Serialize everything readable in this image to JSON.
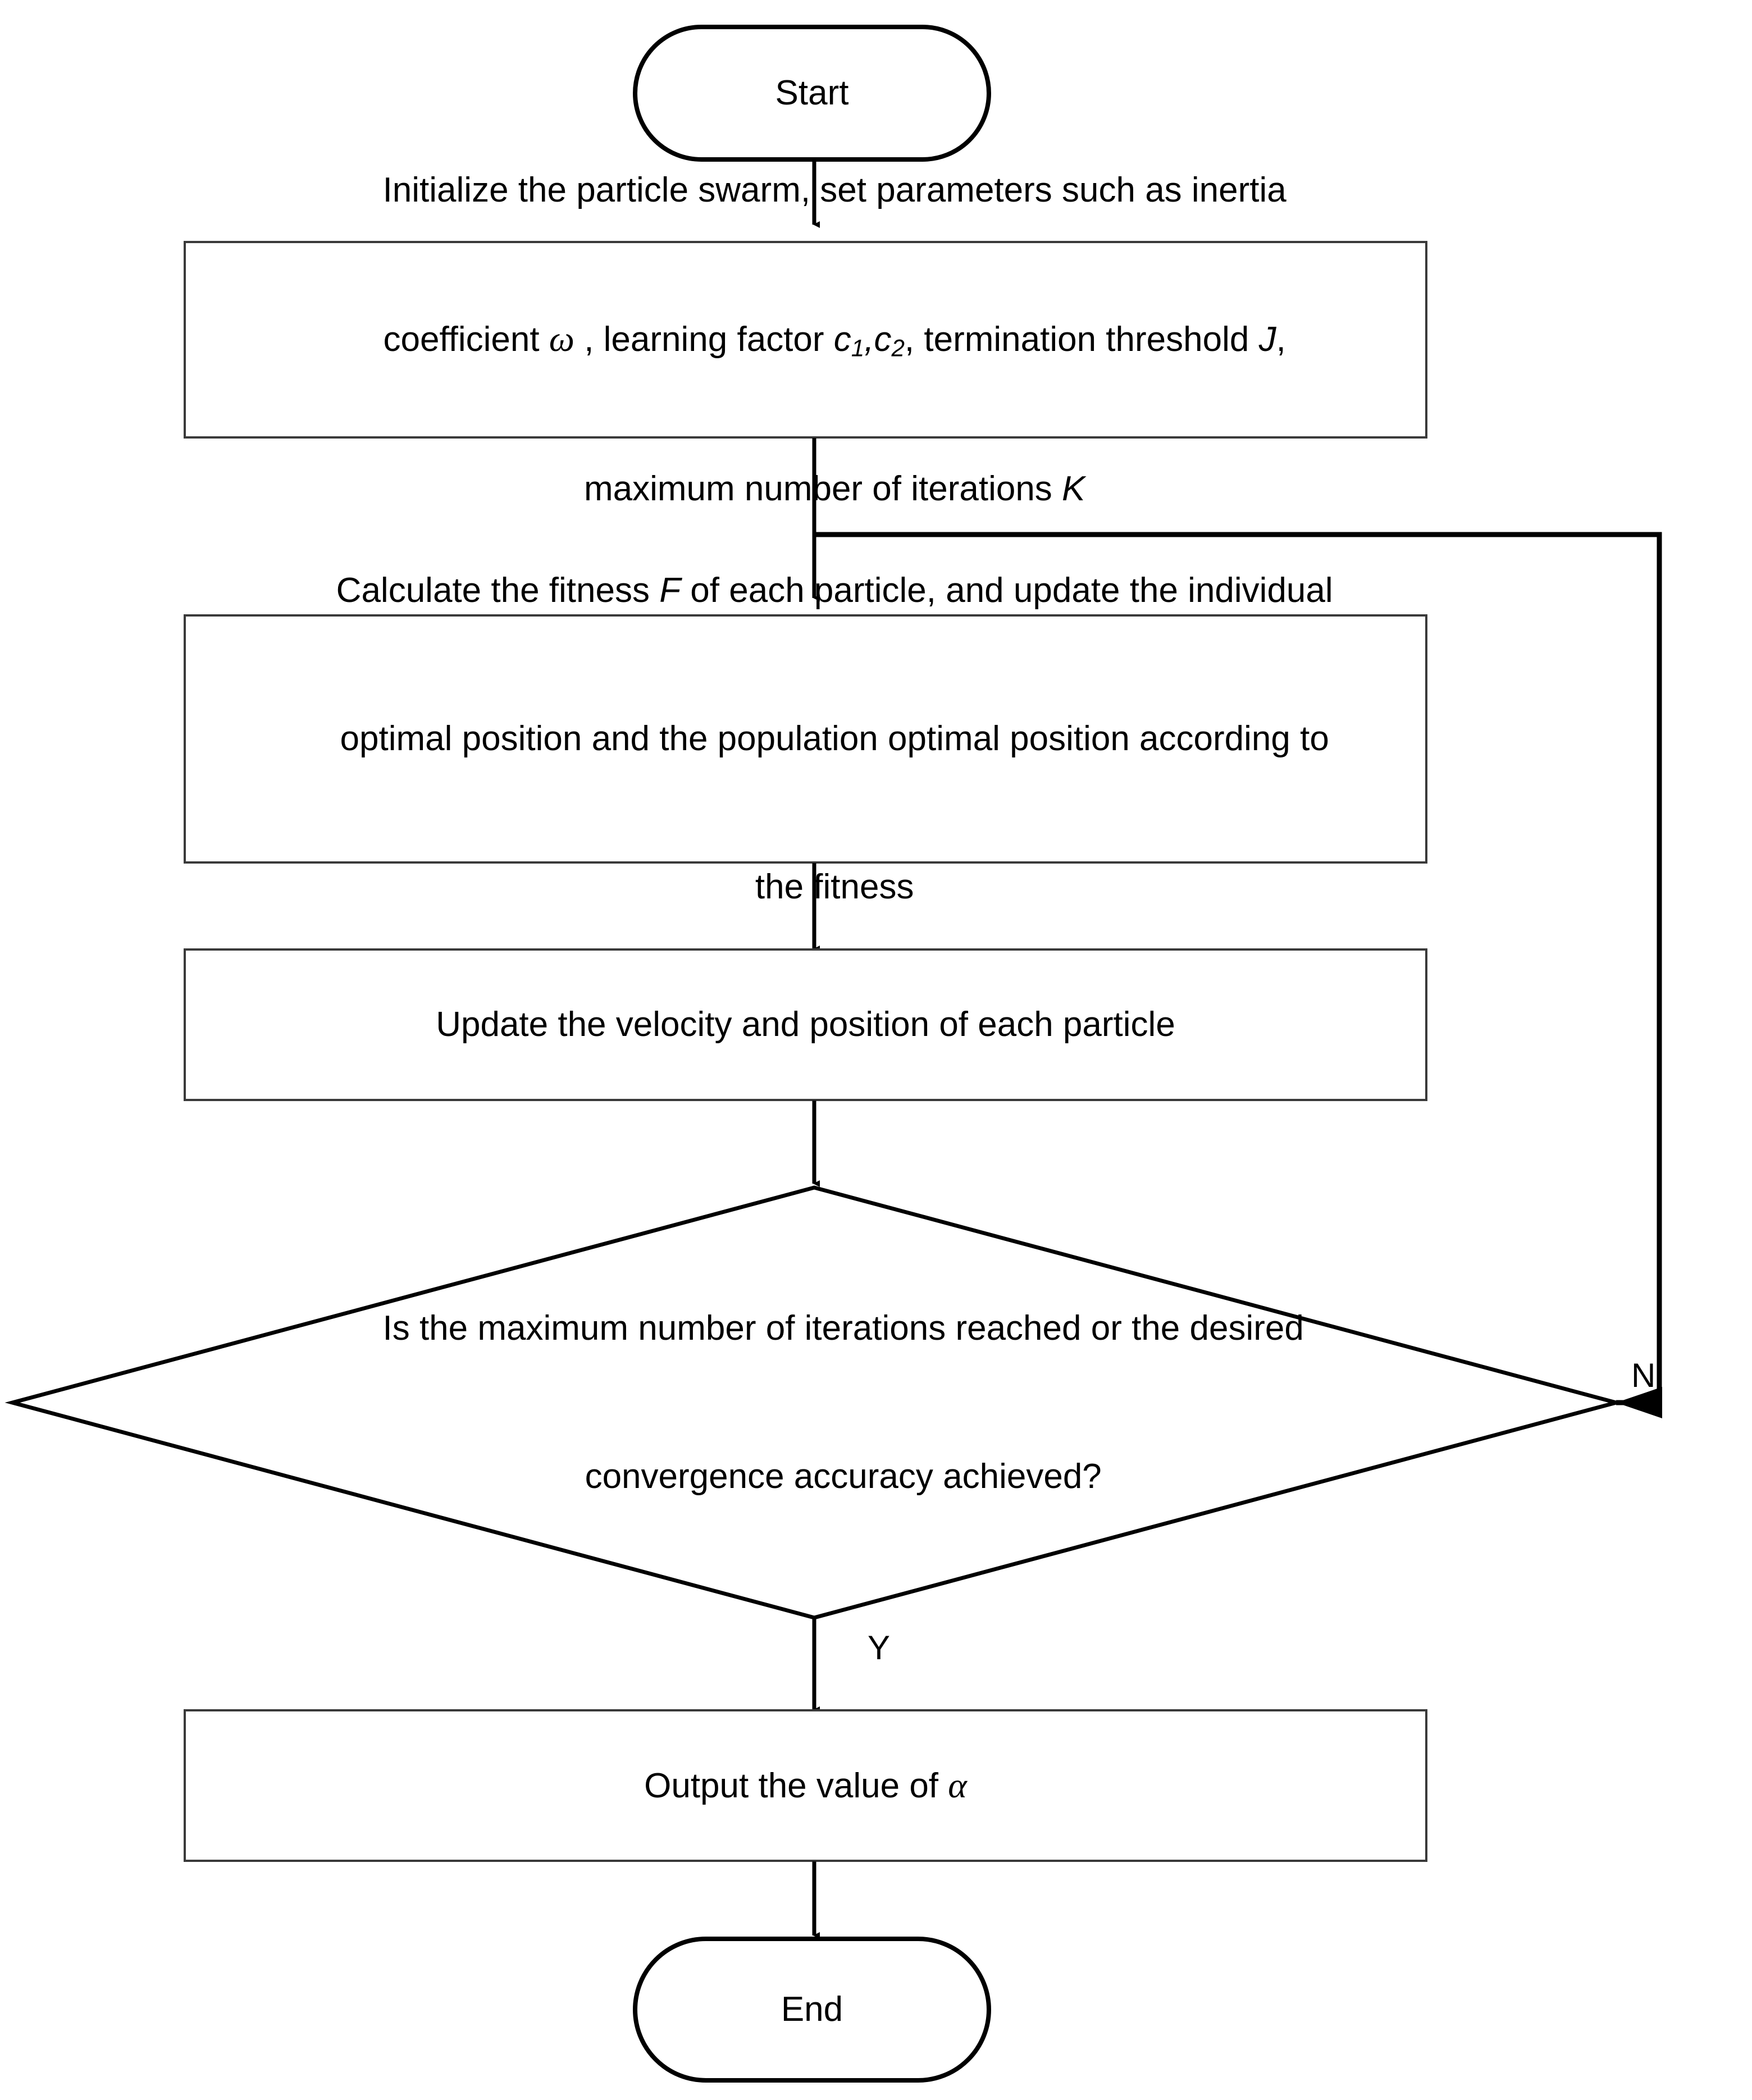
{
  "diagram": {
    "type": "flowchart",
    "title": "Particle Swarm Optimization procedure",
    "background_color": "#ffffff",
    "line_color": "#000000",
    "text_color": "#000000"
  },
  "nodes": {
    "start": {
      "shape": "terminator",
      "label": "Start"
    },
    "init": {
      "shape": "process",
      "line1": "Initialize the particle swarm, set parameters such as inertia",
      "line2_a": "coefficient ",
      "line2_omega": "ω",
      "line2_b": " , learning factor ",
      "line2_c1": "c",
      "line2_c1sub": "1",
      "line2_comma": ",",
      "line2_c2": "c",
      "line2_c2sub": "2",
      "line2_c": ", termination threshold ",
      "line2_J": "J",
      "line2_d": ",",
      "line3_a": "maximum number of iterations ",
      "line3_K": "K"
    },
    "fitness": {
      "shape": "process",
      "line1_a": "Calculate the fitness ",
      "line1_F": "F",
      "line1_b": " of each particle, and update the individual",
      "line2": "optimal position and the population optimal position according to",
      "line3": "the fitness"
    },
    "update": {
      "shape": "process",
      "label": "Update the velocity and position of each particle"
    },
    "decision": {
      "shape": "decision",
      "line1": "Is the maximum number of iterations reached or the desired",
      "line2": "convergence accuracy achieved?"
    },
    "output": {
      "shape": "process",
      "label_a": "Output the value of ",
      "label_alpha": "α"
    },
    "end": {
      "shape": "terminator",
      "label": "End"
    }
  },
  "edges": {
    "no_branch_label": "N",
    "yes_branch_label": "Y"
  }
}
